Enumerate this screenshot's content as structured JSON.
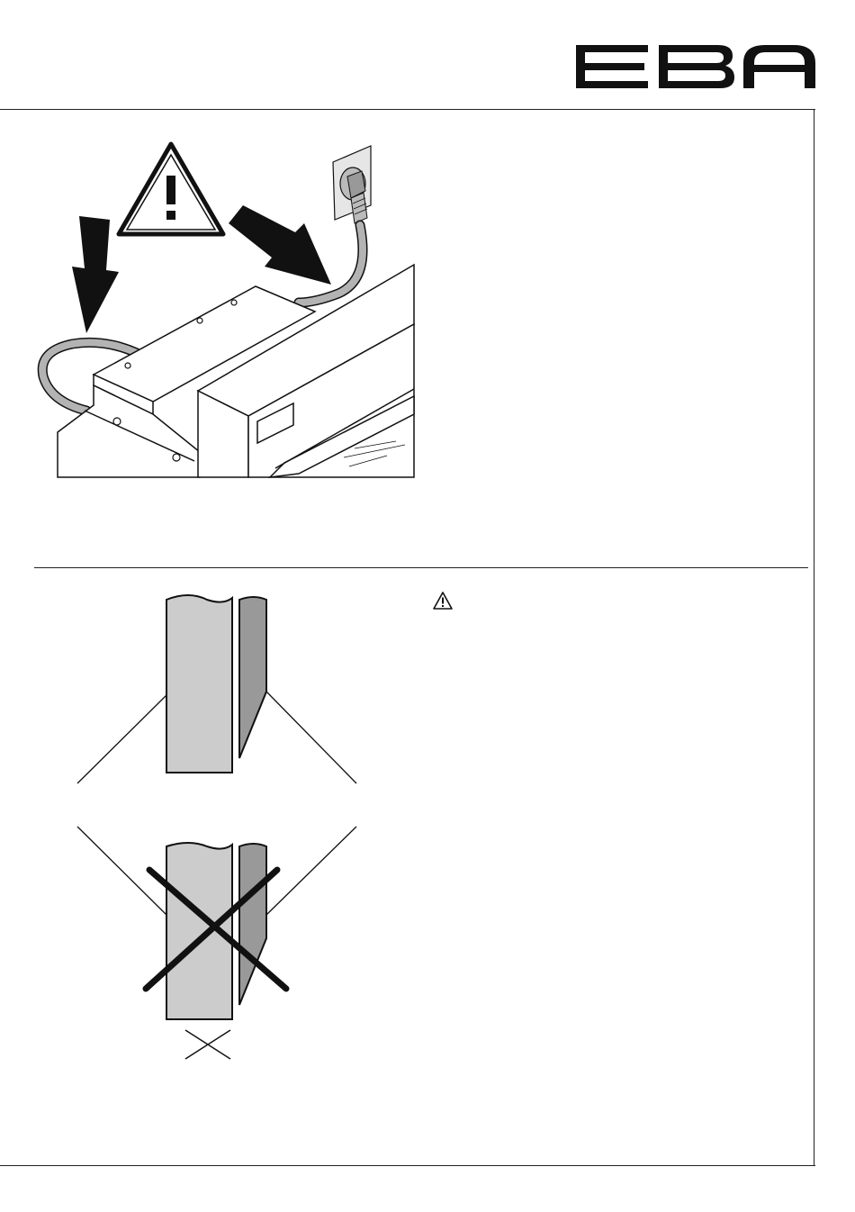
{
  "header": {
    "logo_text": "EBA",
    "logo_icon": "eba-logo-icon"
  },
  "section_top": {
    "illustration": "machine-power-cable-illustration",
    "warning_icon": "warning-triangle-icon"
  },
  "section_bottom": {
    "illustration": "blade-orientation-illustration",
    "warning_icon": "warning-triangle-small-icon",
    "incorrect_mark_icon": "cross-out-icon"
  },
  "colors": {
    "line": "#111111",
    "light_gray": "#cccccc",
    "dark_gray": "#999999",
    "cable_gray": "#b3b3b3"
  }
}
